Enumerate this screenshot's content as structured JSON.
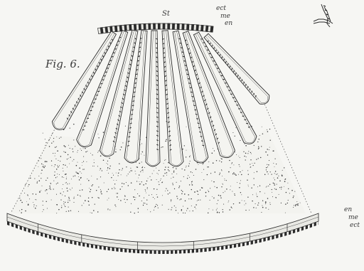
{
  "figure": {
    "number_label": "Fig. 6.",
    "top_labels": {
      "st": "St",
      "ect": "ect",
      "me": "me",
      "en": "en"
    },
    "right_labels": {
      "en": "en",
      "me": "me",
      "ect": "ect"
    }
  },
  "colors": {
    "ink": "#2b2b2b",
    "paper": "#f6f6f3",
    "stipple": "#3c3c3c",
    "band_fill": "#e9e9e4"
  }
}
